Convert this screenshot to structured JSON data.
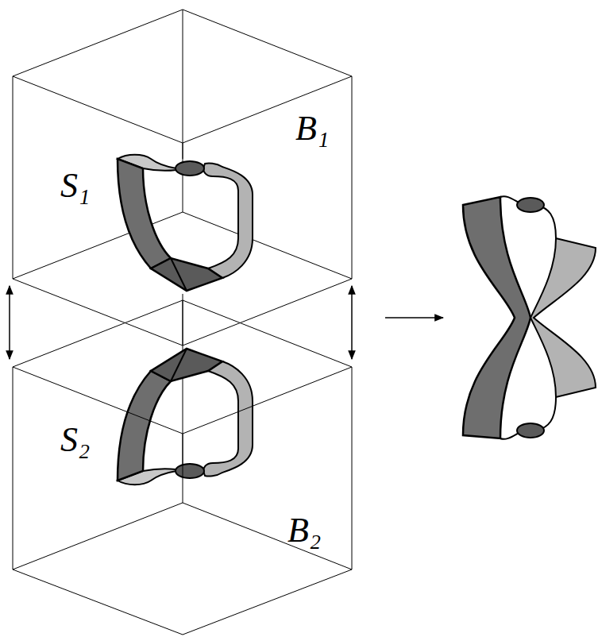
{
  "diagram": {
    "labels": [
      "B₁",
      "S₁",
      "S₂",
      "B₂"
    ]
  }
}
